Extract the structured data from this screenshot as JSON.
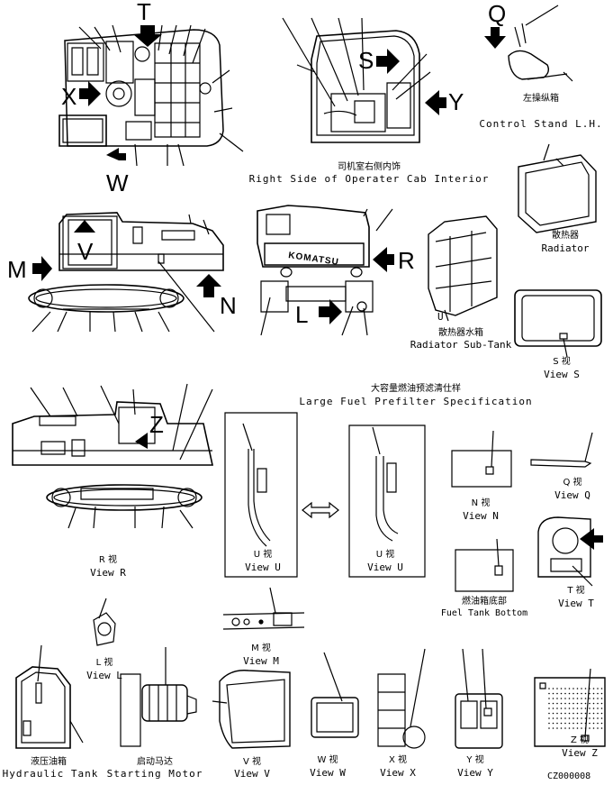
{
  "letters": {
    "T": "T",
    "X": "X",
    "W": "W",
    "S": "S",
    "Y": "Y",
    "Q": "Q",
    "M": "M",
    "V": "V",
    "N": "N",
    "R": "R",
    "L": "L",
    "Z": "Z",
    "U": "U"
  },
  "captions": {
    "control_stand_cn": "左操纵箱",
    "control_stand_en": "Control Stand L.H.",
    "cab_interior_cn": "司机室右侧内饰",
    "cab_interior_en": "Right Side of Operater Cab Interior",
    "radiator_cn": "散热器",
    "radiator_en": "Radiator",
    "brand": "KOMATSU",
    "radiator_subtank_cn": "散热器水箱",
    "radiator_subtank_en": "Radiator Sub-Tank",
    "view_s_cn": "S  视",
    "view_s_en": "View S",
    "prefilter_cn": "大容量燃油预滤清仕样",
    "prefilter_en": "Large Fuel Prefilter Specification",
    "view_n_cn": "N  视",
    "view_n_en": "View N",
    "view_q_cn": "Q  视",
    "view_q_en": "View Q",
    "view_r_cn": "R  视",
    "view_r_en": "View R",
    "view_u1_cn": "U  视",
    "view_u1_en": "View U",
    "view_u2_cn": "U  视",
    "view_u2_en": "View U",
    "fuel_tank_cn": "燃油箱底部",
    "fuel_tank_en": "Fuel Tank Bottom",
    "view_t_cn": "T  视",
    "view_t_en": "View T",
    "view_m_cn": "M  视",
    "view_m_en": "View M",
    "view_l_cn": "L  视",
    "view_l_en": "View L",
    "hyd_tank_cn": "液压油箱",
    "hyd_tank_en": "Hydraulic Tank",
    "start_motor_cn": "启动马达",
    "start_motor_en": "Starting Motor",
    "view_v_cn": "V  视",
    "view_v_en": "View V",
    "view_w_cn": "W  视",
    "view_w_en": "View W",
    "view_x_cn": "X  视",
    "view_x_en": "View X",
    "view_y_cn": "Y  视",
    "view_y_en": "View Y",
    "view_z_cn": "Z  视",
    "view_z_en": "View Z",
    "drawing_no": "CZ000008"
  },
  "icons": {
    "arrow": "solid-arrow-icon",
    "double_arrow": "double-arrow-icon"
  },
  "colors": {
    "ink": "#000000",
    "paper": "#ffffff"
  }
}
